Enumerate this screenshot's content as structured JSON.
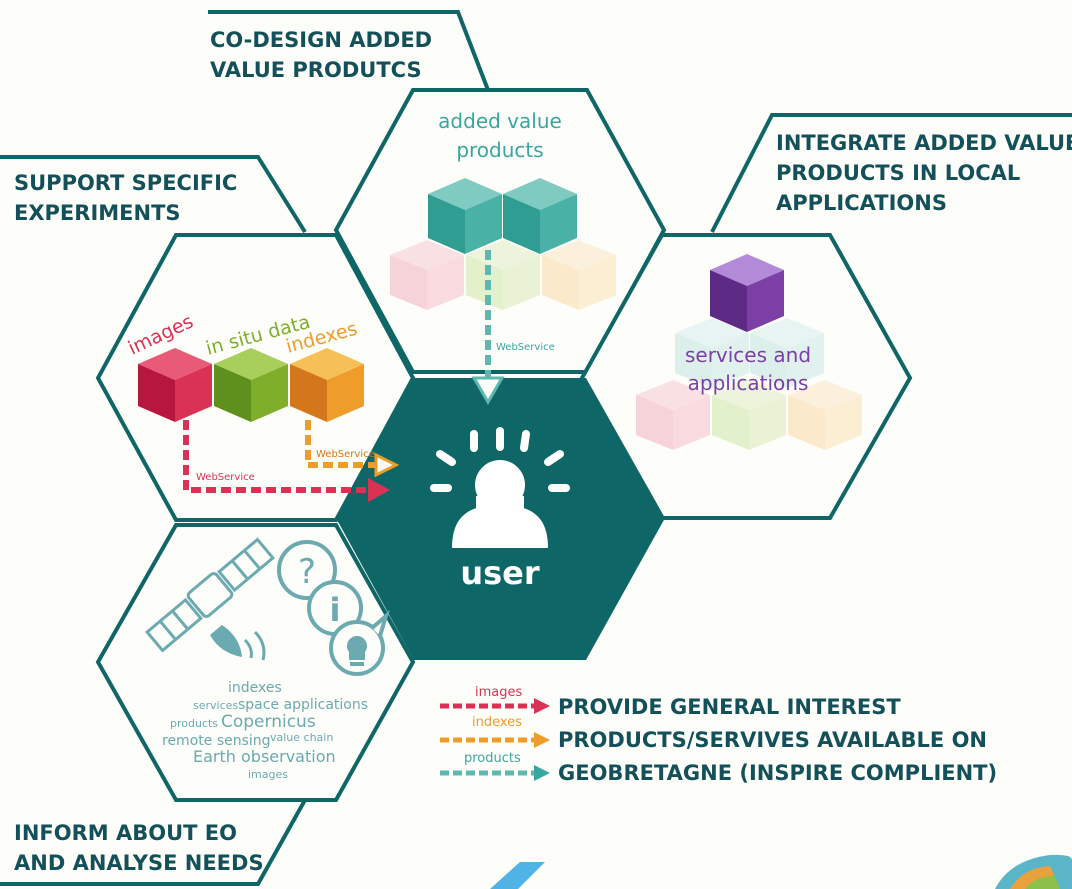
{
  "colors": {
    "teal_dark": "#0e6766",
    "teal_outline": "#3aa69f",
    "teal_light": "#5db9b0",
    "title_text": "#14505a",
    "images_red": "#d93254",
    "situ_green": "#7fae2a",
    "indexes_orange": "#ef9d2a",
    "services_purple": "#7b3fa5",
    "wordcloud": "#6aaab0"
  },
  "headings": {
    "codesign": [
      "CO-DESIGN  ADDED",
      "VALUE PRODUTCS"
    ],
    "support": [
      "SUPPORT SPECIFIC",
      "EXPERIMENTS"
    ],
    "integrate": [
      "INTEGRATE ADDED VALUE",
      "PRODUCTS IN LOCAL",
      "APPLICATIONS"
    ],
    "inform": [
      "INFORM ABOUT EO",
      "AND ANALYSE NEEDS"
    ]
  },
  "hex_top": {
    "label_line1": "added value",
    "label_line2": "products",
    "webservice": "WebService"
  },
  "hex_left": {
    "images": "images",
    "situ": "in situ data",
    "indexes": "indexes",
    "webservice_red": "WebService",
    "webservice_orange": "WebService"
  },
  "hex_right": {
    "label_line1": "services and",
    "label_line2": "applications"
  },
  "hex_center": {
    "label": "user",
    "icon": "user-idea-icon"
  },
  "hex_bottom": {
    "icons": [
      "satellite-icon",
      "question-bubble-icon",
      "info-bubble-icon",
      "lightbulb-bubble-icon"
    ],
    "words": [
      "indexes",
      "services",
      "space applications",
      "products",
      "Copernicus",
      "remote sensing",
      "value chain",
      "Earth observation",
      "images"
    ]
  },
  "legend": {
    "images": "images",
    "indexes": "indexes",
    "products": "products",
    "lines": [
      "PROVIDE GENERAL INTEREST",
      "PRODUCTS/SERVIVES AVAILABLE ON",
      "GEOBRETAGNE (INSPIRE COMPLIENT)"
    ]
  }
}
